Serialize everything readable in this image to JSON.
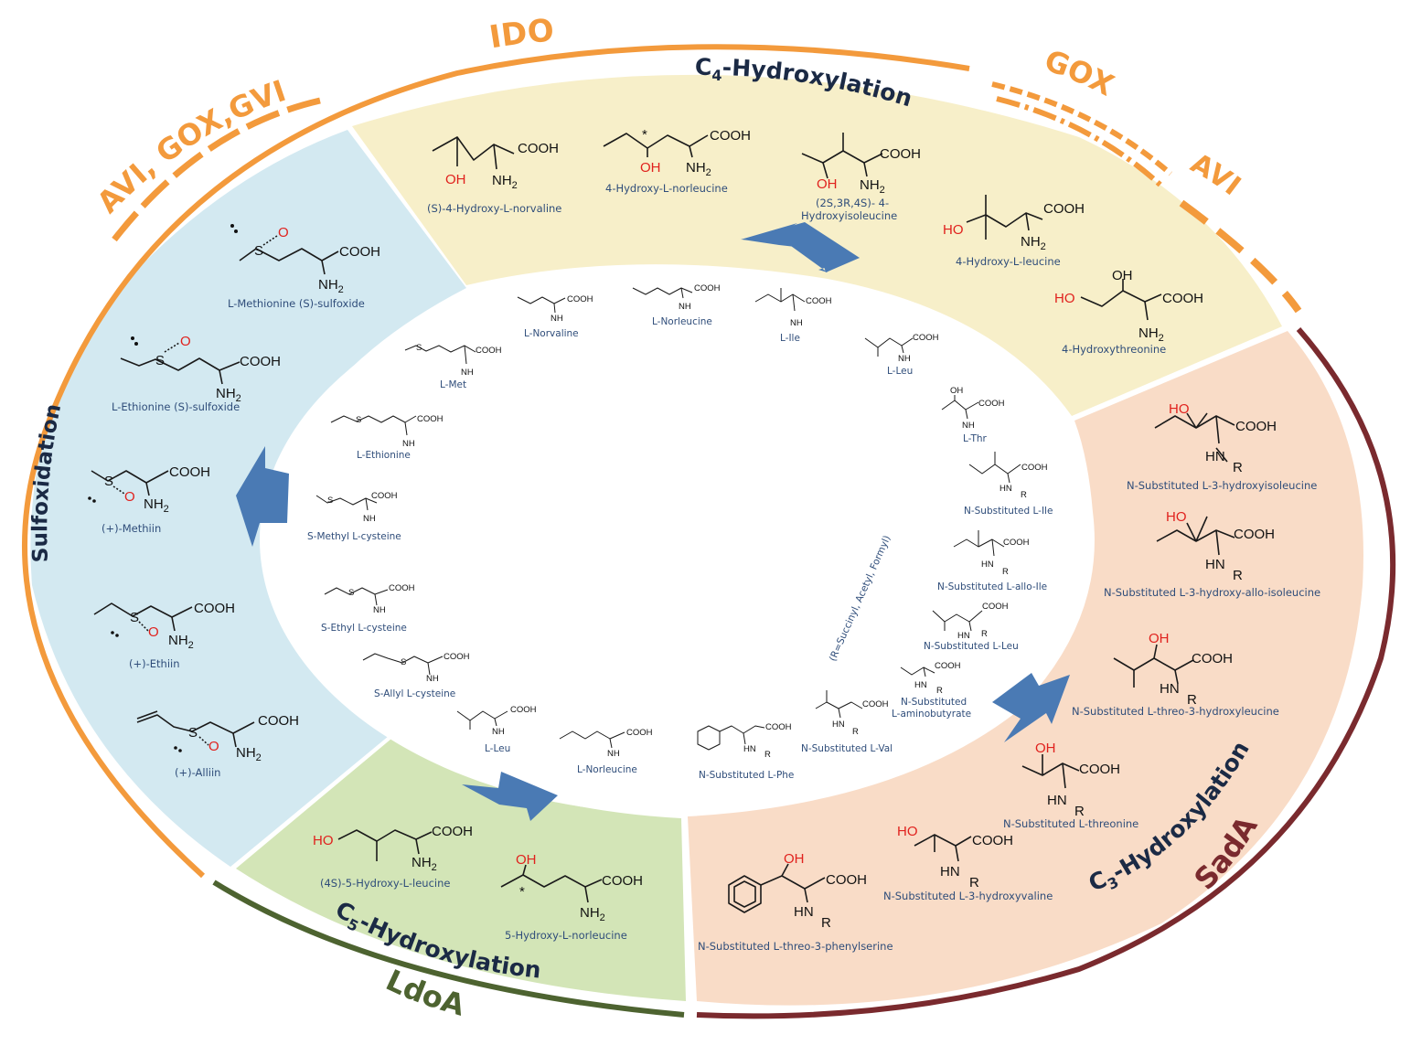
{
  "enzymes": {
    "ido": "IDO",
    "gox": "GOX",
    "avi": "AVI",
    "avi_gox_gvi": "AVI, GOX,GVI",
    "sada": "SadA",
    "ldoa": "LdoA"
  },
  "reactions": {
    "c4_prefix": "C",
    "c4_sub": "4",
    "c4_suffix": "-Hydroxylation",
    "c3_prefix": "C",
    "c3_sub": "3",
    "c3_suffix": "-Hydroxylation",
    "c5_prefix": "C",
    "c5_sub": "5",
    "c5_suffix": "-Hydroxylation",
    "sulfoxidation": "Sulfoxidation"
  },
  "r_group_note": "(R=Succinyl, Acetyl, Formyl)",
  "atoms": {
    "cooh": "COOH",
    "nh2": "NH",
    "nh2_sub": "2",
    "oh": "OH",
    "ho": "HO",
    "hn": "HN",
    "r": "R",
    "s": "S",
    "o": "O",
    "star": "*"
  },
  "products": {
    "c4": [
      "(S)-4-Hydroxy-L-norvaline",
      "4-Hydroxy-L-norleucine",
      "(2S,3R,4S)- 4-",
      "Hydroxyisoleucine",
      "4-Hydroxy-L-leucine",
      "4-Hydroxythreonine"
    ],
    "c3": [
      "N-Substituted L-3-hydroxyisoleucine",
      "N-Substituted L-3-hydroxy-allo-isoleucine",
      "N-Substituted L-threo-3-hydroxyleucine",
      "N-Substituted L-threonine",
      "N-Substituted L-3-hydroxyvaline",
      "N-Substituted L-threo-3-phenylserine"
    ],
    "c5": [
      "(4S)-5-Hydroxy-L-leucine",
      "5-Hydroxy-L-norleucine"
    ],
    "sulfox": [
      "L-Methionine (S)-sulfoxide",
      "L-Ethionine (S)-sulfoxide",
      "(+)-Methiin",
      "(+)-Ethiin",
      "(+)-Alliin"
    ]
  },
  "substrates": [
    "L-Norvaline",
    "L-Norleucine",
    "L-Ile",
    "L-Met",
    "L-Leu",
    "L-Thr",
    "L-Ethionine",
    "N-Substituted L-Ile",
    "S-Methyl L-cysteine",
    "N-Substituted L-allo-Ile",
    "S-Ethyl L-cysteine",
    "N-Substituted L-Leu",
    "S-Allyl L-cysteine",
    "N-Substituted",
    "L-aminobutyrate",
    "N-Substituted L-Val",
    "L-Leu",
    "L-Norleucine",
    "N-Substituted L-Phe"
  ],
  "colors": {
    "orange": "#f39a3c",
    "darkred": "#7a2a2e",
    "olive": "#4d6330",
    "yellow_fill": "#f7efc9",
    "blue_fill": "#d3e9f1",
    "peach_fill": "#f9dcc7",
    "green_fill": "#d3e5b7",
    "arrow": "#4a7ab4",
    "navy": "#1b2a45"
  }
}
